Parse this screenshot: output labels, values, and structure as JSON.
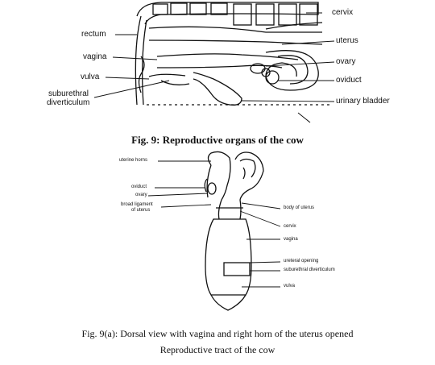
{
  "figure9": {
    "labels": {
      "cervix": "cervix",
      "rectum": "rectum",
      "uterus": "uterus",
      "vagina": "vagina",
      "ovary": "ovary",
      "vulva": "vulva",
      "oviduct": "oviduct",
      "suburethral_1": "suburethral",
      "suburethral_2": "diverticulum",
      "urinary_bladder": "urinary bladder"
    },
    "caption": "Fig. 9: Reproductive organs of the cow"
  },
  "figure9a": {
    "labels": {
      "uterine_horns": "uterine horns",
      "oviduct": "oviduct",
      "ovary": "ovary",
      "broad_ligament_1": "broad ligament",
      "broad_ligament_2": "of uterus",
      "body_of_uterus": "body of uterus",
      "cervix": "cervix",
      "vagina": "vagina",
      "ureteral_opening": "ureteral opening",
      "suburethral_diverticulum": "suburethral diverticulum",
      "vulva": "vulva"
    },
    "caption": "Fig. 9(a): Dorsal view with vagina and right horn of the uterus opened",
    "subcaption": "Reproductive tract of the cow"
  }
}
